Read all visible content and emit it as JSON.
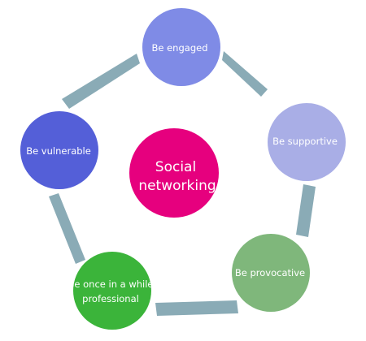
{
  "colors": {
    "cycle_arrows": "#8aabb6",
    "center": "#e6007e",
    "be_engaged": "#7f8be6",
    "be_supportive": "#a9aee6",
    "be_provocative": "#7fb77b",
    "be_once_in_a_while_professional": "#3bb43a",
    "be_vulnerable": "#545fd8"
  },
  "center": {
    "line1": "Social",
    "line2": "networking"
  },
  "nodes": {
    "be_engaged": "Be engaged",
    "be_supportive": "Be supportive",
    "be_provocative": "Be provocative",
    "be_once_in_a_while_professional": {
      "line1": "Be once in a while",
      "line2": "professional"
    },
    "be_vulnerable": "Be vulnerable"
  }
}
